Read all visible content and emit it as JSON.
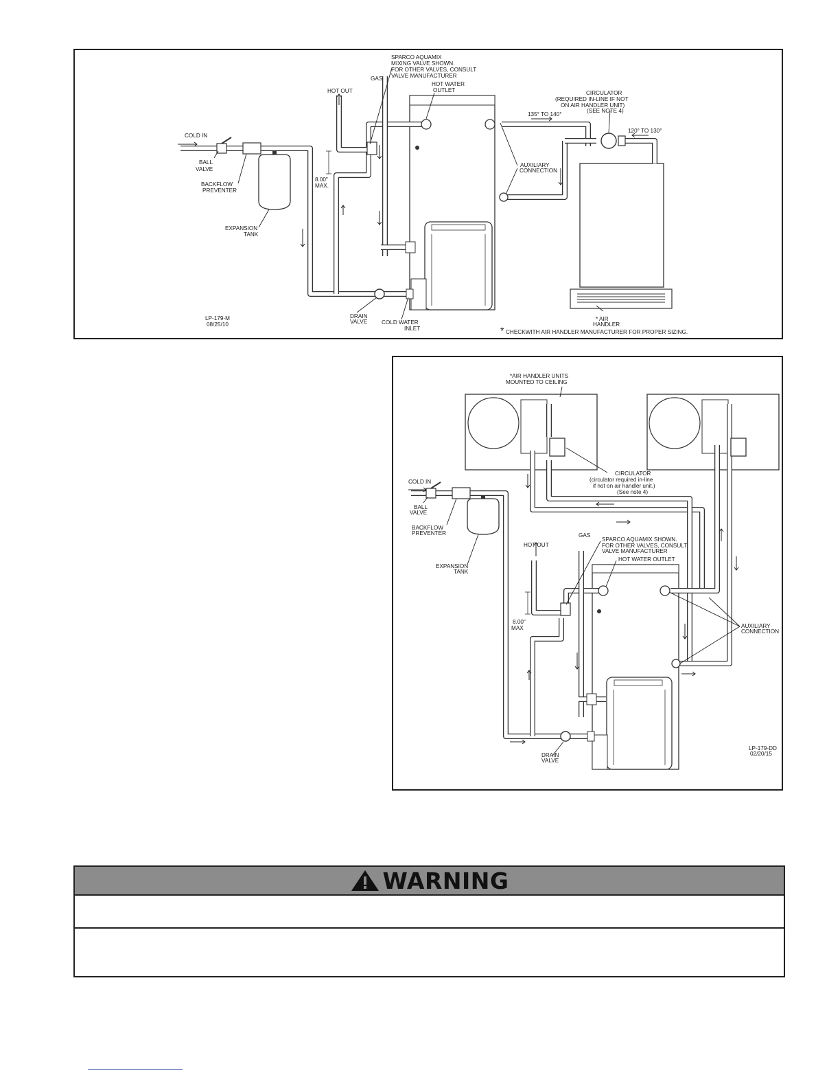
{
  "diagram_a": {
    "labels": {
      "cold_in": "COLD IN",
      "ball_valve": [
        "BALL",
        "VALVE"
      ],
      "backflow": [
        "BACKFLOW",
        "PREVENTER"
      ],
      "expansion": [
        "EXPANSION",
        "TANK"
      ],
      "max": [
        "8.00\"",
        "MAX."
      ],
      "hot_out": "HOT OUT",
      "gas": "GAS",
      "sparco": [
        "SPARCO AQUAMIX",
        "MIXING VALVE SHOWN.",
        "FOR OTHER VALVES, CONSULT",
        "VALVE MANUFACTURER"
      ],
      "hot_outlet": [
        "HOT WATER",
        "OUTLET"
      ],
      "temp_supply": "135° TO 140°",
      "circulator": [
        "CIRCULATOR",
        "(REQUIRED IN-LINE IF NOT",
        "ON AIR HANDLER UNIT)",
        "(SEE NOTE 4)"
      ],
      "temp_return": "120° TO 130°",
      "aux": [
        "AUXILIARY",
        "CONNECTION"
      ],
      "drain": [
        "DRAIN",
        "VALVE"
      ],
      "cold_inlet": [
        "COLD WATER",
        "INLET"
      ],
      "air_handler": [
        "* AIR",
        "HANDLER"
      ],
      "note": "CHECKWITH AIR HANDLER MANUFACTURER FOR PROPER SIZING.",
      "note_star": "*",
      "drawing_no": [
        "LP-179-M",
        "08/25/10"
      ]
    }
  },
  "diagram_b": {
    "labels": {
      "air_units": [
        "*AIR HANDLER UNITS",
        "MOUNTED TO CEILING"
      ],
      "circulator": [
        "CIRCULATOR",
        "(circulator required in-line",
        "if not on air handler unit.)",
        "(See note 4)"
      ],
      "cold_in": "COLD IN",
      "ball_valve": [
        "BALL",
        "VALVE"
      ],
      "backflow": [
        "BACKFLOW",
        "PREVENTER"
      ],
      "expansion": [
        "EXPANSION",
        "TANK"
      ],
      "gas": "GAS",
      "sparco": [
        "SPARCO AQUAMIX SHOWN.",
        "FOR OTHER VALVES, CONSULT",
        "VALVE MANUFACTURER"
      ],
      "hot_out": "HOT OUT",
      "hot_outlet": "HOT WATER OUTLET",
      "max": [
        "8.00\"",
        "MAX"
      ],
      "aux": [
        "AUXILIARY",
        "CONNECTION"
      ],
      "drain": [
        "DRAIN",
        "VALVE"
      ],
      "drawing_no": [
        "LP-179-DD",
        "02/20/15"
      ]
    }
  },
  "warning": {
    "title": "WARNING",
    "icon": "warning-triangle-icon"
  }
}
